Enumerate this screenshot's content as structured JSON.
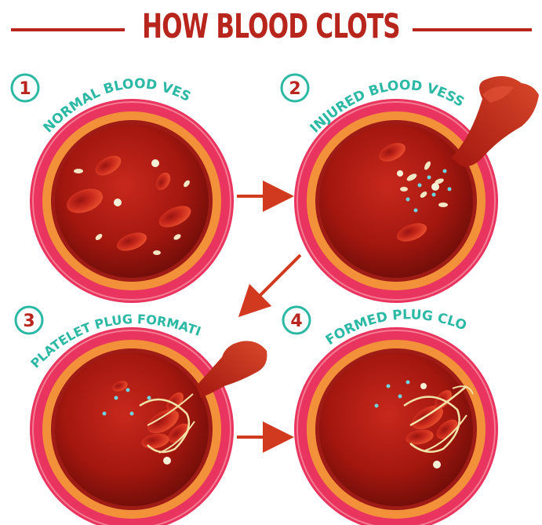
{
  "title": "HOW BLOOD CLOTS",
  "steps": [
    {
      "number": "1",
      "label": "NORMAL BLOOD VESSEL"
    },
    {
      "number": "2",
      "label": "INJURED BLOOD VESSEL"
    },
    {
      "number": "3",
      "label": "PLATELET PLUG FORMATION"
    },
    {
      "number": "4",
      "label": "FORMED PLUG CLOT"
    }
  ],
  "colors": {
    "title": "#b8251d",
    "teal": "#2bb8a4",
    "arrow": "#d23a1f",
    "outer_wall": "#e8345e",
    "middle_wall": "#f3903a",
    "inner_wall": "#9e1b16",
    "blood": "#8e1410"
  }
}
